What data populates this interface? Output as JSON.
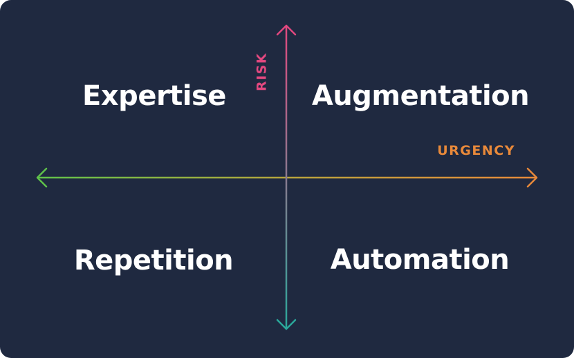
{
  "quadrants": {
    "top_left": "Expertise",
    "top_right": "Augmentation",
    "bottom_left": "Repetition",
    "bottom_right": "Automation"
  },
  "axes": {
    "vertical_label": "RISK",
    "horizontal_label": "URGENCY"
  },
  "colors": {
    "background": "#1f2940",
    "risk": "#e2487f",
    "urgency": "#e8893a",
    "horizontal_start": "#5fc24a",
    "vertical_end": "#2aa89a",
    "text": "#ffffff"
  }
}
